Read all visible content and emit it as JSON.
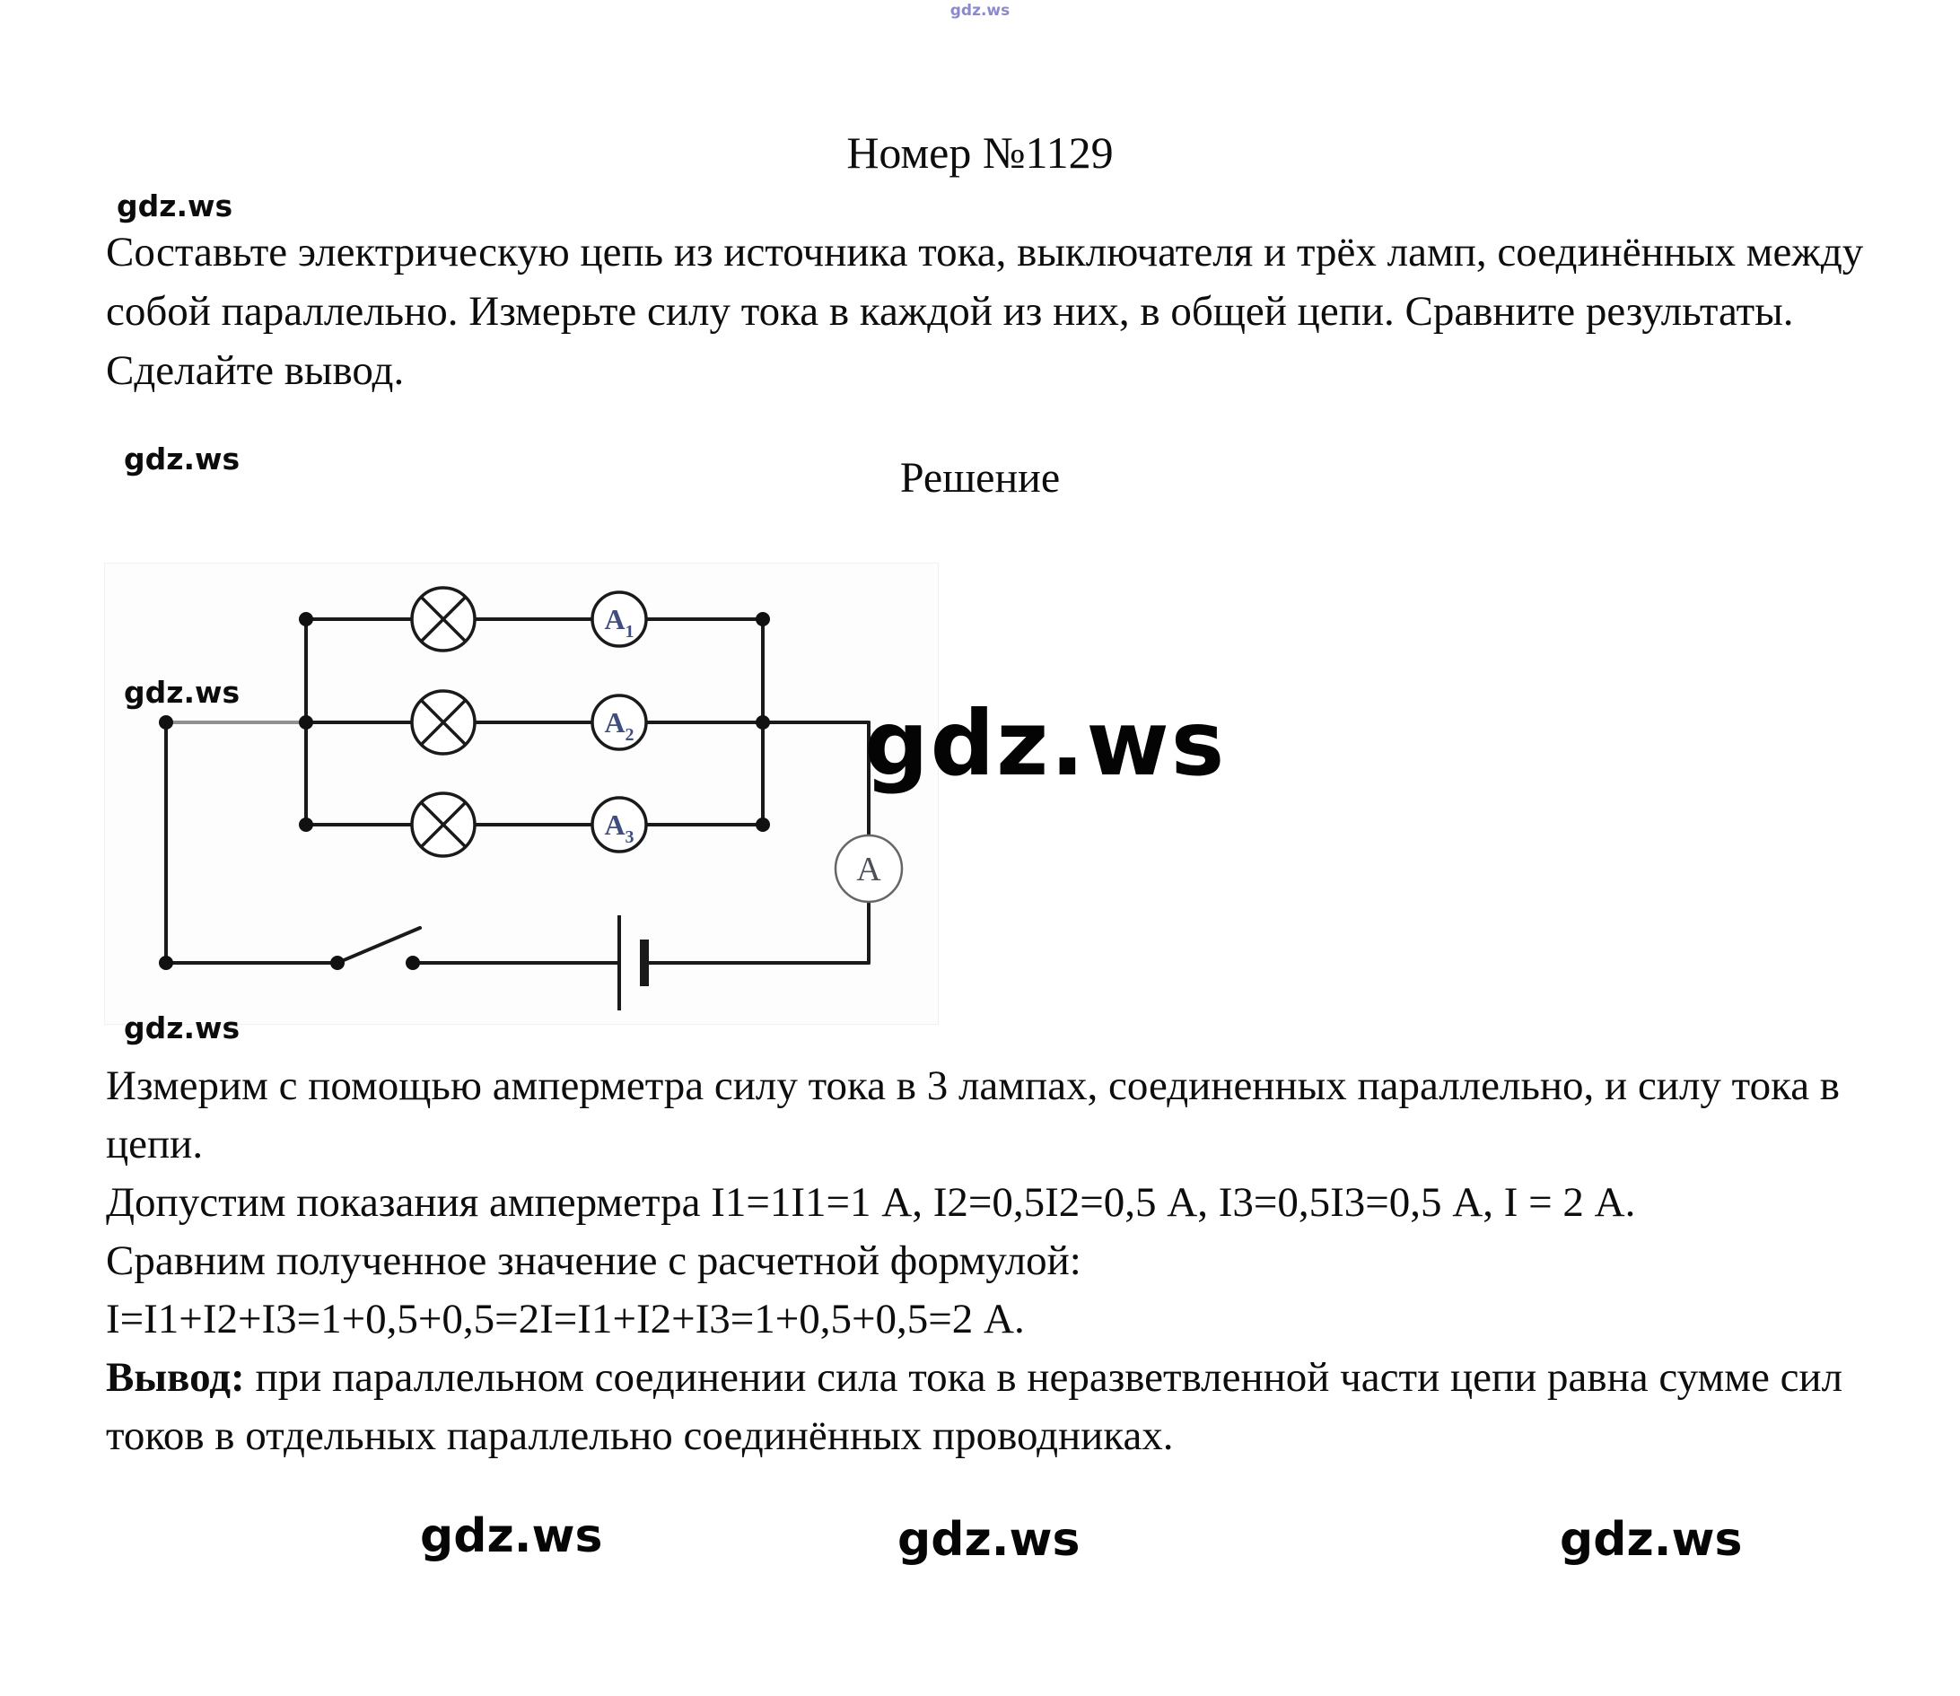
{
  "watermark": "gdz.ws",
  "title": "Номер №1129",
  "problem_text": "Составьте электрическую цепь из источника тока, выключателя и трёх ламп, соединённых между собой параллельно. Измерьте силу тока в каждой из них, в общей цепи. Сравните результаты. Сделайте вывод.",
  "solution": {
    "heading": "Решение",
    "p1": "Измерим с помощью амперметра силу тока в 3 лампах, соединенных параллельно, и силу тока в цепи.",
    "p2": "Допустим показания амперметра I1=1I1=1 А, I2=0,5I2=0,5 А, I3=0,5I3=0,5 А, I = 2 А.",
    "p3": "Сравним полученное значение с расчетной формулой:",
    "p4": "I=I1+I2+I3=1+0,5+0,5=2I=I1+I2+I3=1+0,5+0,5=2 А.",
    "conclusion_label": "Вывод:",
    "conclusion_text": " при параллельном соединении сила тока в неразветвленной части цепи равна сумме сил токов в отдельных параллельно соединённых проводниках."
  },
  "diagram": {
    "branch_ammeters": [
      {
        "letter": "A",
        "sub": "1"
      },
      {
        "letter": "A",
        "sub": "2"
      },
      {
        "letter": "A",
        "sub": "3"
      }
    ],
    "main_ammeter_label": "A"
  }
}
